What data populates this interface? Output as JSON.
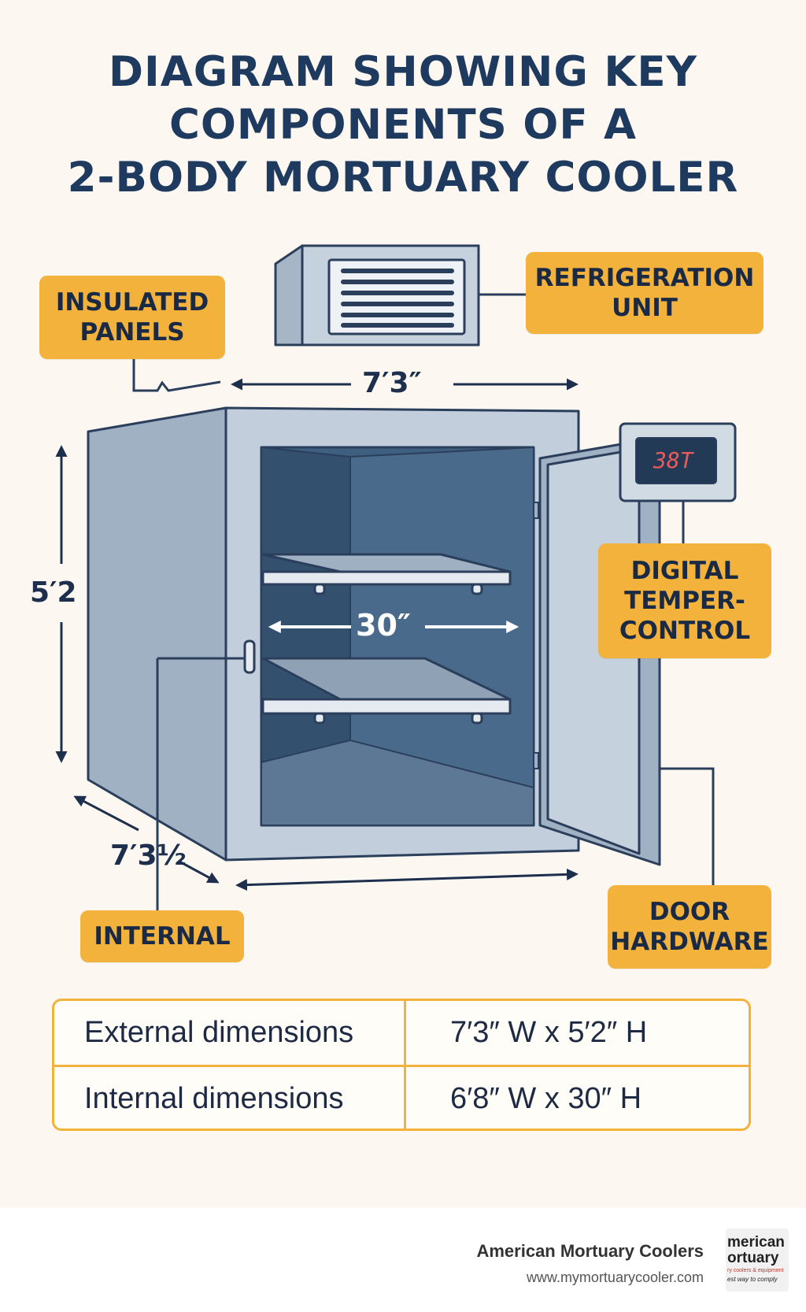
{
  "title": {
    "line1": "DIAGRAM SHOWING KEY",
    "line2": "COMPONENTS OF A",
    "line3": "2-BODY MORTUARY COOLER"
  },
  "callouts": {
    "insulated_panels": [
      "INSULATED",
      "PANELS"
    ],
    "refrigeration_unit": [
      "REFRIGERATION",
      "UNIT"
    ],
    "digital_control": [
      "DIGITAL",
      "TEMPER-",
      "CONTROL"
    ],
    "internal": [
      "INTERNAL"
    ],
    "door_hardware": [
      "DOOR",
      "HARDWARE"
    ]
  },
  "dimensions": {
    "top_width": "7′3″",
    "height": "5′2",
    "depth": "7′3½",
    "inner_width": "30″"
  },
  "display": {
    "reading": "38T"
  },
  "spec_table": {
    "rows": [
      {
        "label": "External dimensions",
        "value": "7′3″ W x 5′2″ H"
      },
      {
        "label": "Internal dimensions",
        "value": "6′8″ W x 30″ H"
      }
    ]
  },
  "footer": {
    "company": "American Mortuary Coolers",
    "url": "www.mymortuarycooler.com",
    "logo_lines": [
      "merican",
      "ortuary",
      "ry coolers & equipment",
      "est way to comply"
    ]
  },
  "colors": {
    "accent": "#f2b23c",
    "navy": "#1e3a5f",
    "cabinet": "#b8c6d4",
    "interior": "#3f5f80",
    "background": "#fcf8f1"
  }
}
